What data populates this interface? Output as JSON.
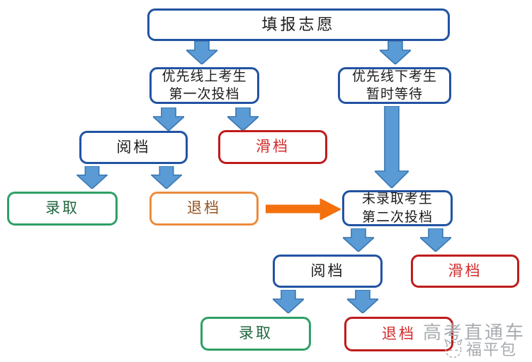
{
  "flowchart": {
    "nodes": {
      "fill_application": {
        "label": "填报志愿"
      },
      "online_first": {
        "line1": "优先线上考生",
        "line2": "第一次投档"
      },
      "offline_wait": {
        "line1": "优先线下考生",
        "line2": "暂时等待"
      },
      "read_file_1": {
        "label": "阅档"
      },
      "slip_file_1": {
        "label": "滑档"
      },
      "admit_1": {
        "label": "录取"
      },
      "return_file_1": {
        "label": "退档"
      },
      "second_round": {
        "line1": "未录取考生",
        "line2": "第二次投档"
      },
      "read_file_2": {
        "label": "阅档"
      },
      "slip_file_2": {
        "label": "滑档"
      },
      "admit_2": {
        "label": "录取"
      },
      "return_file_2": {
        "label": "退档"
      }
    },
    "watermark": {
      "brand": "高考直通车",
      "logo_text": "福平包"
    },
    "colors": {
      "blue_border": "#2253a3",
      "blue_arrow_fill": "#5b9bd5",
      "blue_arrow_edge": "#3877b2",
      "red_border": "#bf1c1c",
      "red_text": "#d42a2a",
      "green_border": "#2fa066",
      "green_text": "#20663f",
      "orange_border": "#ec8c3e",
      "orange_text": "#96531e",
      "orange_arrow": "#f4700d",
      "text_dark": "#1c1c1c",
      "watermark_gray": "#a8acb0"
    }
  }
}
